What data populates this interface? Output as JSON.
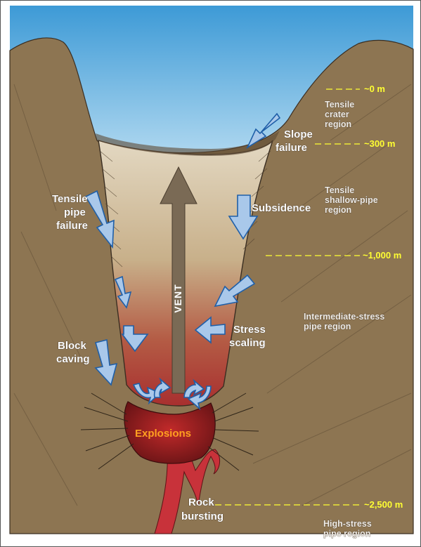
{
  "labels": {
    "vent": "VENT",
    "explosions": "Explosions",
    "slope_failure": [
      "Slope",
      "failure"
    ],
    "subsidence": "Subsidence",
    "tensile_pipe_failure": [
      "Tensile",
      "pipe",
      "failure"
    ],
    "stress_scaling": [
      "Stress",
      "scaling"
    ],
    "block_caving": [
      "Block",
      "caving"
    ],
    "rock_bursting": [
      "Rock",
      "bursting"
    ]
  },
  "regions": {
    "tensile_crater": [
      "Tensile",
      "crater",
      "region"
    ],
    "tensile_shallow_pipe": [
      "Tensile",
      "shallow-pipe",
      "region"
    ],
    "intermediate_stress_pipe": [
      "Intermediate-stress",
      "pipe region"
    ],
    "high_stress_pipe": [
      "High-stress",
      "pipe region"
    ]
  },
  "depths": {
    "d0": "~0 m",
    "d300": "~300 m",
    "d1000": "~1,000 m",
    "d2500": "~2,500 m"
  },
  "colors": {
    "sky_top": "#3d9ad6",
    "sky_bottom": "#d8eef9",
    "ground": "#8d7552",
    "ground_dark": "#6e5a3f",
    "pipe_top": "#d8ccb5",
    "pipe_bottom": "#b0362f",
    "magma": "#c8323a",
    "chamber": "#7a1a1c",
    "arrow_fill": "#a9c8ea",
    "arrow_stroke": "#1f5fa8",
    "depth_marker": "#ffff33",
    "explosions_text": "#ffa020"
  }
}
